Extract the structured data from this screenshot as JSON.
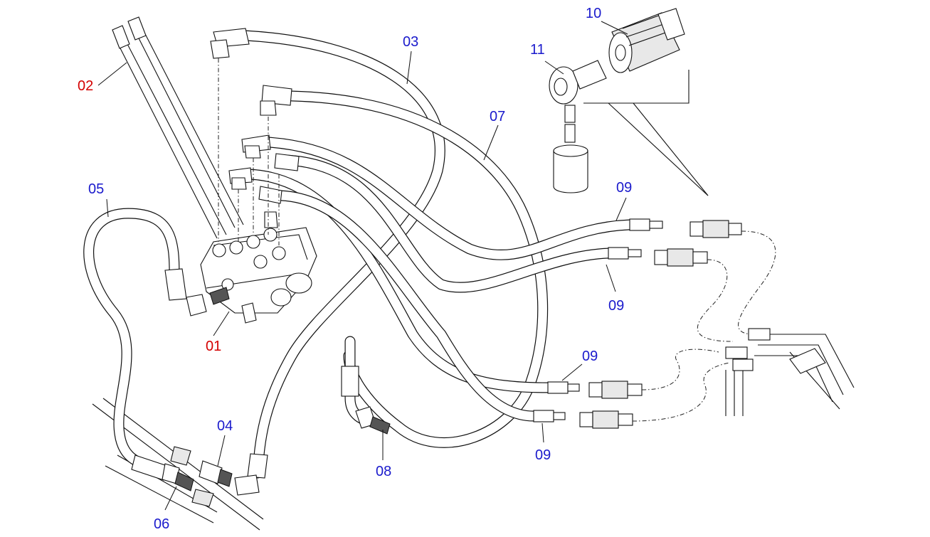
{
  "callouts": {
    "c01": "01",
    "c02": "02",
    "c03": "03",
    "c04": "04",
    "c05": "05",
    "c06": "06",
    "c07": "07",
    "c08": "08",
    "c09": "09",
    "c10": "10",
    "c11": "11"
  },
  "colors": {
    "label_red": "#d40000",
    "label_blue": "#1a1acc",
    "line": "#111111"
  }
}
